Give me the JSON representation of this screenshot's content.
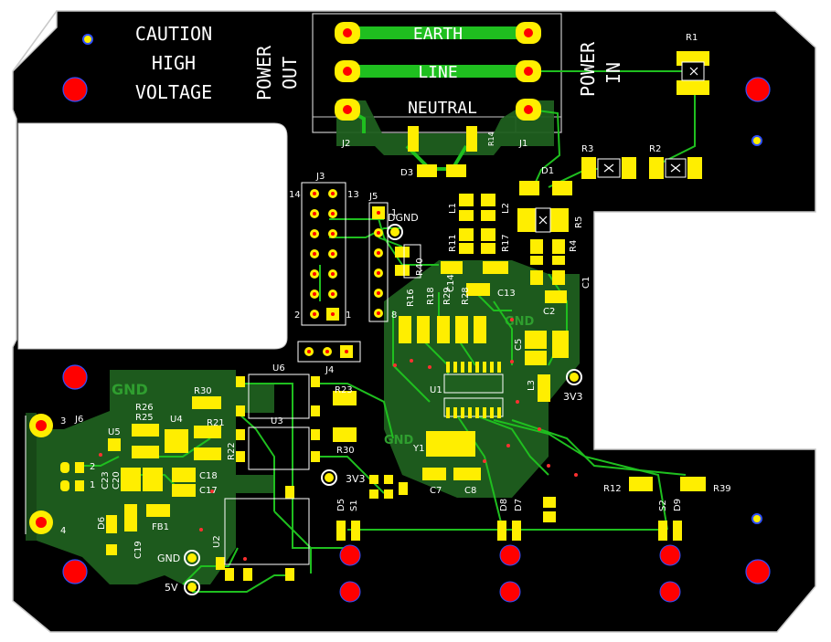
{
  "colors": {
    "board": "#000000",
    "copper": "#1f5f1f",
    "trace": "#1fbf1f",
    "pad": "#ffee00",
    "via": "#ff0000",
    "via_ring": "#3050ff",
    "silk": "#ffffff"
  },
  "warning": {
    "line1": "CAUTION",
    "line2": "HIGH",
    "line3": "VOLTAGE"
  },
  "power": {
    "out_line1": "POWER",
    "out_line2": "OUT",
    "in_line1": "POWER",
    "in_line2": "IN",
    "earth": "EARTH",
    "line": "LINE",
    "neutral": "NEUTRAL"
  },
  "test_points": {
    "dgnd": "DGND",
    "v33_a": "3V3",
    "v33_b": "3V3",
    "gnd": "GND",
    "v5": "5V"
  },
  "copper_text": {
    "gnd_a": "GND",
    "gnd_b": "GND",
    "gnd_c": "GND"
  },
  "designators": {
    "r1": "R1",
    "r2": "R2",
    "r3": "R3",
    "r4": "R4",
    "r5": "R5",
    "r11": "R11",
    "r12": "R12",
    "r14": "R14",
    "r16": "R16",
    "r17": "R17",
    "r18": "R18",
    "r21": "R21",
    "r22": "R22",
    "r23": "R23",
    "r25": "R25",
    "r26": "R26",
    "r28": "R28",
    "r29": "R29",
    "r30a": "R30",
    "r30b": "R30",
    "r39": "R39",
    "r40": "R40",
    "c1": "C1",
    "c2": "C2",
    "c5": "C5",
    "c7": "C7",
    "c8": "C8",
    "c13": "C13",
    "c14": "C14",
    "c17": "C17",
    "c18": "C18",
    "c19": "C19",
    "c20": "C20",
    "c23": "C23",
    "d1": "D1",
    "d3": "D3",
    "d5": "D5",
    "d6": "D6",
    "d7": "D7",
    "d8": "D8",
    "d9": "D9",
    "j1": "J1",
    "j2": "J2",
    "j3": "J3",
    "j4": "J4",
    "j5": "J5",
    "j6": "J6",
    "l1": "L1",
    "l2": "L2",
    "l3": "L3",
    "u1": "U1",
    "u2": "U2",
    "u3": "U3",
    "u4": "U4",
    "u5": "U5",
    "u6": "U6",
    "y1": "Y1",
    "fb1": "FB1",
    "s1": "S1",
    "s2": "S2"
  },
  "pin_labels": {
    "j3_14": "14",
    "j3_13": "13",
    "j3_2": "2",
    "j3_1": "1",
    "j5_1": "1",
    "j5_8": "8",
    "j6_3": "3",
    "j6_2": "2",
    "j6_1": "1",
    "j6_4": "4"
  }
}
